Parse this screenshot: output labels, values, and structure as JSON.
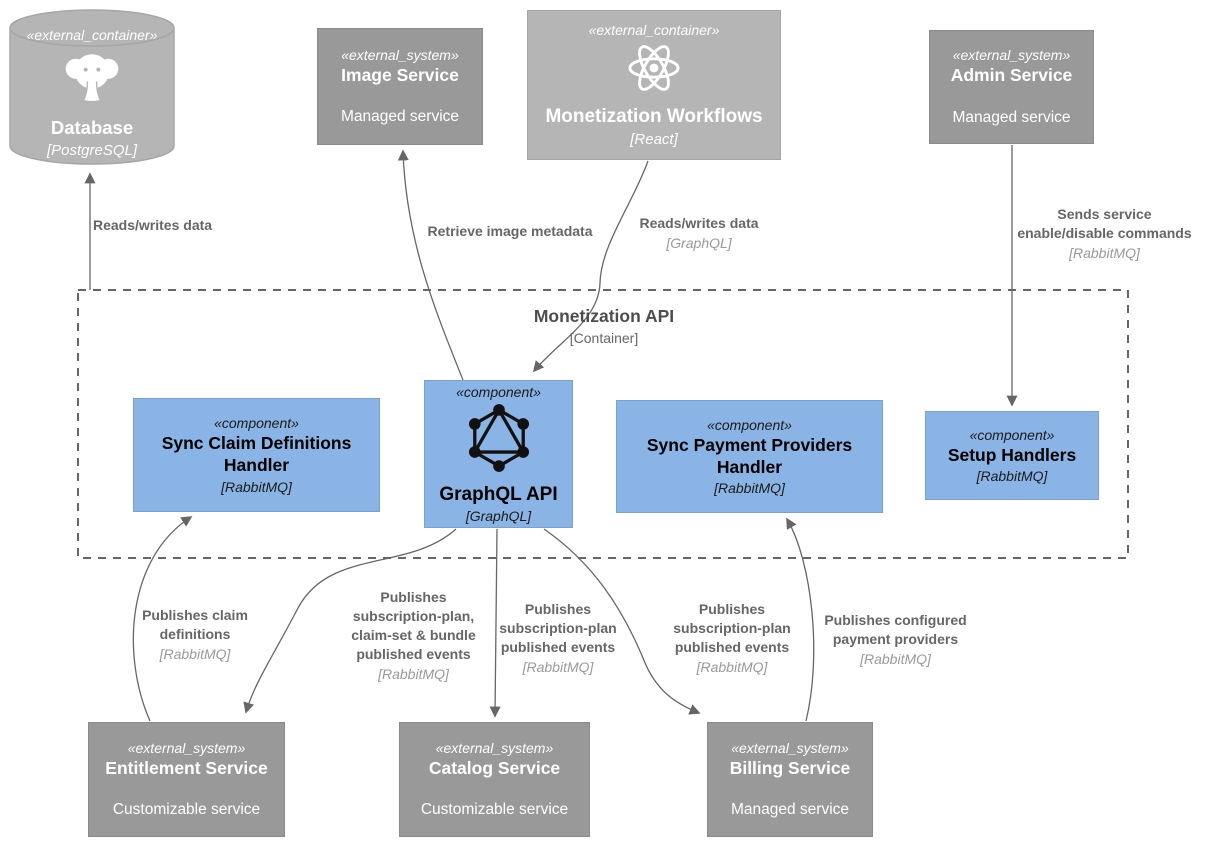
{
  "boundary": {
    "title": "Monetization API",
    "subtitle": "[Container]"
  },
  "nodes": {
    "database": {
      "stereotype": "«external_container»",
      "name": "Database",
      "tech": "[PostgreSQL]",
      "icon": "postgresql-elephant-icon"
    },
    "image_service": {
      "stereotype": "«external_system»",
      "name": "Image Service",
      "desc": "Managed service"
    },
    "monetization_workflows": {
      "stereotype": "«external_container»",
      "name": "Monetization Workflows",
      "tech": "[React]",
      "icon": "react-icon"
    },
    "admin_service": {
      "stereotype": "«external_system»",
      "name": "Admin Service",
      "desc": "Managed service"
    },
    "sync_claim_definitions_handler": {
      "stereotype": "«component»",
      "name": "Sync Claim Definitions Handler",
      "tech": "[RabbitMQ]"
    },
    "graphql_api": {
      "stereotype": "«component»",
      "name": "GraphQL API",
      "tech": "[GraphQL]",
      "icon": "graphql-icon"
    },
    "sync_payment_providers_handler": {
      "stereotype": "«component»",
      "name": "Sync Payment Providers Handler",
      "tech": "[RabbitMQ]"
    },
    "setup_handlers": {
      "stereotype": "«component»",
      "name": "Setup Handlers",
      "tech": "[RabbitMQ]"
    },
    "entitlement_service": {
      "stereotype": "«external_system»",
      "name": "Entitlement Service",
      "desc": "Customizable service"
    },
    "catalog_service": {
      "stereotype": "«external_system»",
      "name": "Catalog Service",
      "desc": "Customizable service"
    },
    "billing_service": {
      "stereotype": "«external_system»",
      "name": "Billing Service",
      "desc": "Managed service"
    }
  },
  "edges": {
    "db": {
      "label": "Reads/writes data"
    },
    "image": {
      "label": "Retrieve image metadata"
    },
    "workflows_api": {
      "label": "Reads/writes data",
      "tech": "[GraphQL]"
    },
    "admin_setup": {
      "l1": "Sends service",
      "l2": "enable/disable commands",
      "tech": "[RabbitMQ]"
    },
    "claim_defs": {
      "l1": "Publishes claim",
      "l2": "definitions",
      "tech": "[RabbitMQ]"
    },
    "bundle": {
      "l1": "Publishes",
      "l2": "subscription-plan,",
      "l3": "claim-set & bundle",
      "l4": "published events",
      "tech": "[RabbitMQ]"
    },
    "catalog_pub": {
      "l1": "Publishes",
      "l2": "subscription-plan",
      "l3": "published events",
      "tech": "[RabbitMQ]"
    },
    "billing_pub": {
      "l1": "Publishes",
      "l2": "subscription-plan",
      "l3": "published events",
      "tech": "[RabbitMQ]"
    },
    "payment_providers": {
      "l1": "Publishes configured",
      "l2": "payment providers",
      "tech": "[RabbitMQ]"
    }
  },
  "colors": {
    "component_fill": "#8ab4e6",
    "component_border": "#79a2d0",
    "external_system_fill": "#999999",
    "external_system_border": "#8a8a8a",
    "external_container_fill": "#b5b5b5",
    "external_container_border": "#a6a6a6",
    "edge": "#666666",
    "edge_tech_label": "#999999",
    "background": "#ffffff"
  }
}
